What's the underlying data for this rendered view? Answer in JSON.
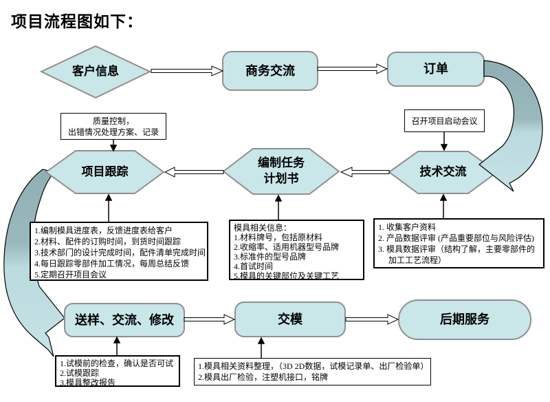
{
  "title": "项目流程图如下：",
  "colors": {
    "shape_fill": "#C9E6E9",
    "shape_border": "#8F8F8F",
    "curved_arrow_dark": "#8EAFB4",
    "curved_arrow_light": "#C6E3E6",
    "block_arrow_fill": "#FFFFFF",
    "line_color": "#000000",
    "note_background": "#FFFFFF"
  },
  "nodes": {
    "customer_info": "客户信息",
    "business_communication": "商务交流",
    "order": "订单",
    "project_tracking": "项目跟踪",
    "task_plan_line1": "编制任务",
    "task_plan_line2": "计划书",
    "technical_communication": "技术交流",
    "sample_communication": "送样、交流、修改",
    "mold_delivery": "交模",
    "after_service": "后期服务"
  },
  "notes": {
    "quality_control": {
      "lines": [
        "质量控制，",
        "出错情况处理方案、记录"
      ]
    },
    "kickoff_meeting": {
      "text": "召开项目启动会议"
    },
    "tracking_details": {
      "lines": [
        "1.编制模具进度表，反馈进度表给客户",
        "2.材料、配件的订购时间，到货时间跟踪",
        "3.技术部门的设计完成时间，配件清单完成时间",
        "4.每日跟踪零部件加工情况，每周总结反馈",
        "5.定期召开项目会议"
      ]
    },
    "mold_info": {
      "lines": [
        "模具相关信息：",
        "1.材料牌号，包括原材料",
        "2.收缩率、适用机器型号品牌",
        "3.标准件的型号品牌",
        "4.首试时间",
        "5.模具的关键部位及关键工艺"
      ]
    },
    "tech_details": {
      "lines": [
        "1. 收集客户资料",
        "2. 产品数据评审 (产品重要部位与风险评估)",
        "3. 模具数据评审（结构了解，主要零部件的",
        "　 加工工艺流程）"
      ]
    },
    "trial_details": {
      "lines": [
        "1.试模前的检查，确认是否可试",
        "2.试模跟踪",
        "3.模具整改报告"
      ]
    },
    "delivery_details": {
      "lines": [
        "1.模具相关资料整理，（3D 2D数据，试模记录单、出厂检验单）",
        "2.模具出厂检验，注塑机接口，铭牌"
      ]
    }
  }
}
